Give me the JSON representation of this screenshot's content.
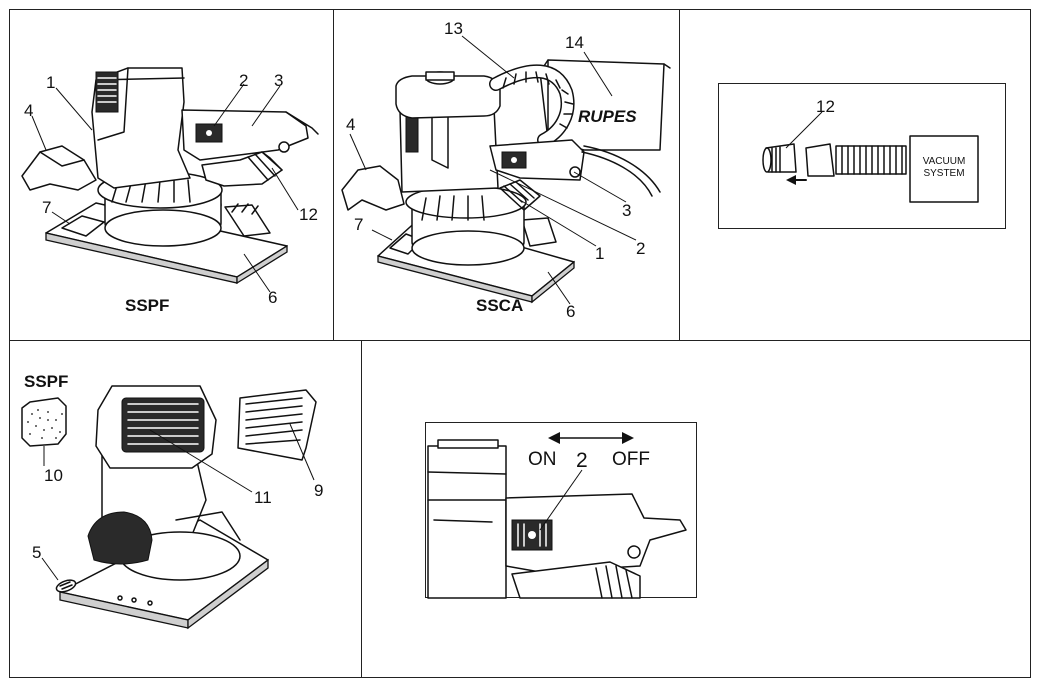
{
  "panels": {
    "panel_sspf": {
      "caption": "SSPF",
      "callouts": [
        "1",
        "2",
        "3",
        "4",
        "7",
        "12",
        "6"
      ]
    },
    "panel_ssca": {
      "caption": "SSCA",
      "brand": "RUPES",
      "callouts": [
        "13",
        "14",
        "4",
        "7",
        "3",
        "1",
        "2",
        "6"
      ]
    },
    "panel_vacuum": {
      "callouts": [
        "12"
      ],
      "box_label_line1": "VACUUM",
      "box_label_line2": "SYSTEM"
    },
    "panel_parts": {
      "caption": "SSPF",
      "callouts": [
        "10",
        "11",
        "9",
        "5"
      ]
    },
    "panel_switch": {
      "on_label": "ON",
      "switch_number": "2",
      "off_label": "OFF"
    }
  }
}
